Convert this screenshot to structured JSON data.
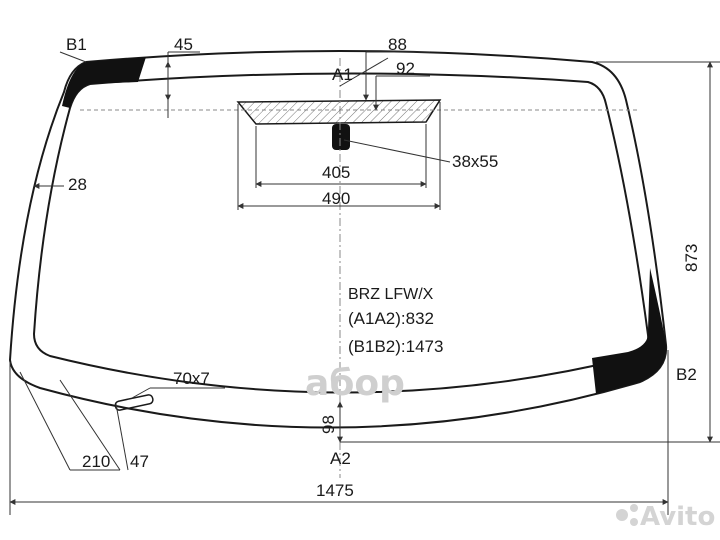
{
  "points": {
    "b1": "B1",
    "b2": "B2",
    "a1": "A1",
    "a2": "A2"
  },
  "dimensions": {
    "d45": "45",
    "d88": "88",
    "d92": "92",
    "d28": "28",
    "d405": "405",
    "d490": "490",
    "d38x55": "38x55",
    "d873": "873",
    "d70x7": "70x7",
    "d98": "98",
    "d210": "210",
    "d47": "47",
    "d1475": "1475"
  },
  "info": {
    "model": "BRZ LFW/X",
    "a1a2": "(A1A2):832",
    "b1b2": "(B1B2):1473"
  },
  "watermark": {
    "brand": "aбoр",
    "site": "Avito"
  },
  "colors": {
    "line": "#1a1a1a",
    "ceramic": "#111111",
    "hatch": "#777777",
    "watermark": "#cfcfcf"
  }
}
